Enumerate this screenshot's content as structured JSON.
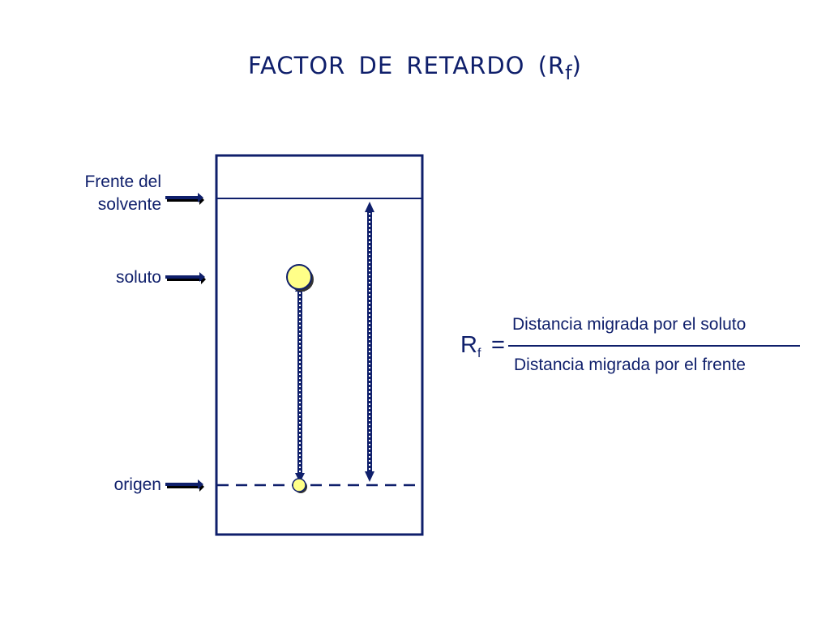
{
  "title": {
    "main": "FACTOR DE RETARDO (R",
    "subscript": "f",
    "closing": ")"
  },
  "labels": {
    "solvent_front_line1": "Frente del",
    "solvent_front_line2": "solvente",
    "solute": "soluto",
    "origin": "origen"
  },
  "formula": {
    "symbol": "R",
    "symbol_subscript": "f",
    "equals": "=",
    "numerator": "Distancia migrada por el soluto",
    "denominator": "Distancia migrada por el frente"
  },
  "colors": {
    "navy": "#0f1f6b",
    "spot_fill": "#ffff88",
    "spot_shadow": "#333333"
  }
}
